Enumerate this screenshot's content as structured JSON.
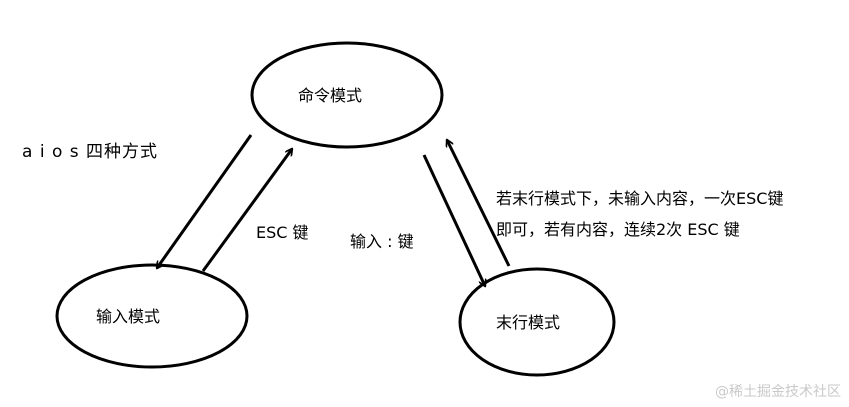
{
  "nodes": {
    "command": "命令模式",
    "insert": "输入模式",
    "last_line": "末行模式"
  },
  "labels": {
    "aios": "a i o s 四种方式",
    "esc_key": "ESC 键",
    "colon_key": "输入 : 键",
    "note_line1": "若末行模式下，未输入内容，一次ESC键",
    "note_line2": "即可，若有内容，连续2次 ESC 键"
  },
  "watermark": "@稀土掘金技术社区",
  "colors": {
    "stroke": "#000000",
    "background": "#ffffff",
    "watermark": "#c9c9c9"
  }
}
